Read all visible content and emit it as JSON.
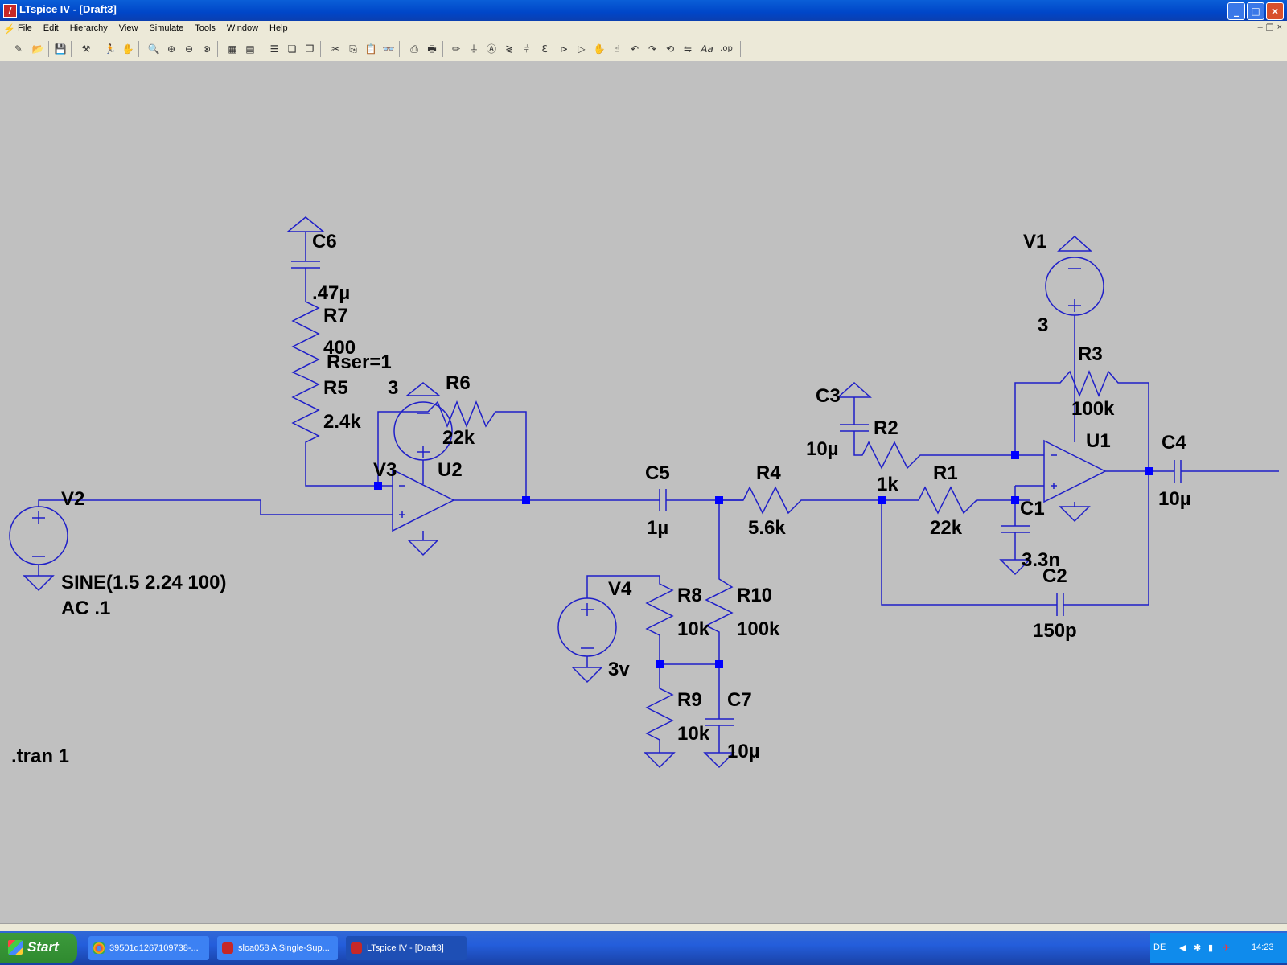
{
  "window": {
    "title": "LTspice IV - [Draft3]",
    "minimize": "_",
    "maximize": "□",
    "close": "×"
  },
  "menu": [
    "File",
    "Edit",
    "Hierarchy",
    "View",
    "Simulate",
    "Tools",
    "Window",
    "Help"
  ],
  "toolbar": [
    "new-schematic",
    "open",
    "save",
    "control-panel",
    "run",
    "halt",
    "zoom-in",
    "pan",
    "zoom-out",
    "zoom-full",
    "autorange",
    "grid",
    "tile-horizontal",
    "tile-vertical",
    "cascade",
    "cut",
    "copy",
    "paste",
    "find",
    "print-preview",
    "print",
    "wire",
    "ground",
    "label",
    "resistor",
    "capacitor",
    "inductor",
    "diode",
    "component",
    "move",
    "drag",
    "undo",
    "redo",
    "rotate",
    "mirror",
    "text",
    "spice-directive"
  ],
  "schematic": {
    "labels": {
      "C6": "C6",
      "C6_val": ".47µ",
      "R7": "R7",
      "R7_val": "400",
      "rser": "Rser=1",
      "R5": "R5",
      "R5_val": "2.4k",
      "V3": "V3",
      "V3_val": "3",
      "R6": "R6",
      "R6_val": "22k",
      "U2": "U2",
      "V2": "V2",
      "V2_val1": "SINE(1.5 2.24 100)",
      "V2_val2": "AC .1",
      "C5": "C5",
      "C5_val": "1µ",
      "R4": "R4",
      "R4_val": "5.6k",
      "V4": "V4",
      "V4_val": "3v",
      "R8": "R8",
      "R8_val": "10k",
      "R10": "R10",
      "R10_val": "100k",
      "R9": "R9",
      "R9_val": "10k",
      "C7": "C7",
      "C7_val": "10µ",
      "C3": "C3",
      "C3_val": "10µ",
      "R2": "R2",
      "R2_val": "1k",
      "R1": "R1",
      "R1_val": "22k",
      "C1": "C1",
      "C1_val": "3.3n",
      "C2": "C2",
      "C2_val": "150p",
      "V1": "V1",
      "V1_val": "3",
      "R3": "R3",
      "R3_val": "100k",
      "U1": "U1",
      "C4": "C4",
      "C4_val": "10µ",
      "directive": ".tran 1"
    }
  },
  "taskbar": {
    "start": "Start",
    "tasks": [
      "39501d1267109738-...",
      "sloa058 A Single-Sup...",
      "LTspice IV - [Draft3]"
    ],
    "lang": "DE",
    "clock": "14:23"
  },
  "colors": {
    "wire": "#1f1fc8",
    "node": "#0000ff",
    "canvas": "#c0c0c0"
  }
}
